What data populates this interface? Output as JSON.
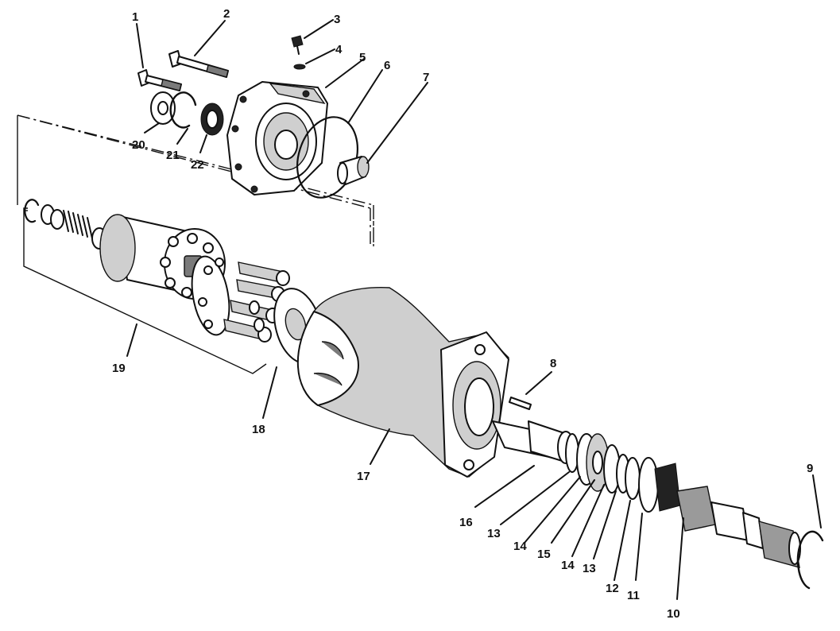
{
  "diagram": {
    "callouts": [
      {
        "id": "1",
        "text": "1"
      },
      {
        "id": "2",
        "text": "2"
      },
      {
        "id": "3",
        "text": "3"
      },
      {
        "id": "4",
        "text": "4"
      },
      {
        "id": "5",
        "text": "5"
      },
      {
        "id": "6",
        "text": "6"
      },
      {
        "id": "7",
        "text": "7"
      },
      {
        "id": "8",
        "text": "8"
      },
      {
        "id": "9",
        "text": "9"
      },
      {
        "id": "10",
        "text": "10"
      },
      {
        "id": "11",
        "text": "11"
      },
      {
        "id": "12",
        "text": "12"
      },
      {
        "id": "13a",
        "text": "13"
      },
      {
        "id": "13b",
        "text": "13"
      },
      {
        "id": "14a",
        "text": "14"
      },
      {
        "id": "14b",
        "text": "14"
      },
      {
        "id": "15",
        "text": "15"
      },
      {
        "id": "16",
        "text": "16"
      },
      {
        "id": "17",
        "text": "17"
      },
      {
        "id": "18",
        "text": "18"
      },
      {
        "id": "19",
        "text": "19"
      },
      {
        "id": "20",
        "text": "20"
      },
      {
        "id": "21",
        "text": "21"
      },
      {
        "id": "22",
        "text": "22"
      }
    ]
  }
}
